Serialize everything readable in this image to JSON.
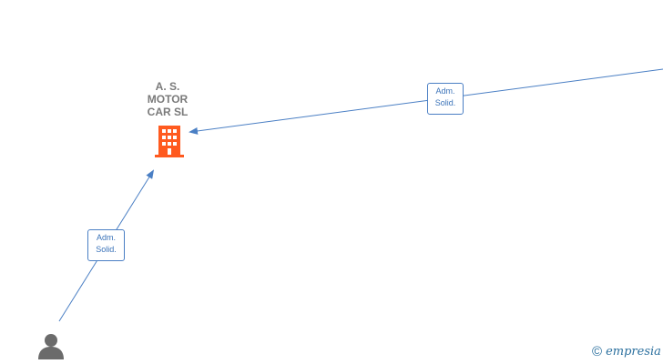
{
  "company": {
    "name": "A. S.\nMOTOR\nCAR SL",
    "icon": "building-icon",
    "icon_color": "#ff5a1f"
  },
  "edges": [
    {
      "label_line1": "Adm.",
      "label_line2": "Solid."
    },
    {
      "label_line1": "Adm.",
      "label_line2": "Solid."
    }
  ],
  "person": {
    "icon": "person-icon",
    "icon_color": "#6b6b6b"
  },
  "watermark": {
    "symbol": "©",
    "brand": "mpresia",
    "brand_initial": "e"
  },
  "colors": {
    "edge": "#4a7fc4",
    "label_text": "#3b73b9",
    "company_text": "#7a7a7a",
    "watermark": "#2a6f9e"
  }
}
